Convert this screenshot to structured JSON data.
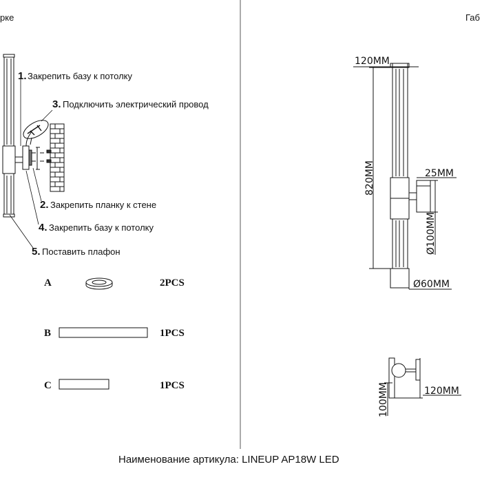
{
  "header": {
    "left_cut": "рке",
    "right_cut": "Габ"
  },
  "steps": [
    {
      "num": "1.",
      "text": "Закрепить базу к потолку"
    },
    {
      "num": "3.",
      "text": "Подключить электрический провод"
    },
    {
      "num": "2.",
      "text": "Закрепить планку к стене"
    },
    {
      "num": "4.",
      "text": "Закрепить базу к потолку"
    },
    {
      "num": "5.",
      "text": "Поставить плафон"
    }
  ],
  "parts": [
    {
      "letter": "A",
      "qty": "2PCS"
    },
    {
      "letter": "B",
      "qty": "1PCS"
    },
    {
      "letter": "C",
      "qty": "1PCS"
    }
  ],
  "dimensions": {
    "width_top": "120MM",
    "height_total": "820MM",
    "bracket_depth": "25MM",
    "base_diameter": "Ø100MM",
    "tube_diameter": "Ø60MM",
    "side_height": "100MM",
    "side_projection": "120MM"
  },
  "footer": {
    "article": "Наименование артикула: LINEUP AP18W LED"
  }
}
